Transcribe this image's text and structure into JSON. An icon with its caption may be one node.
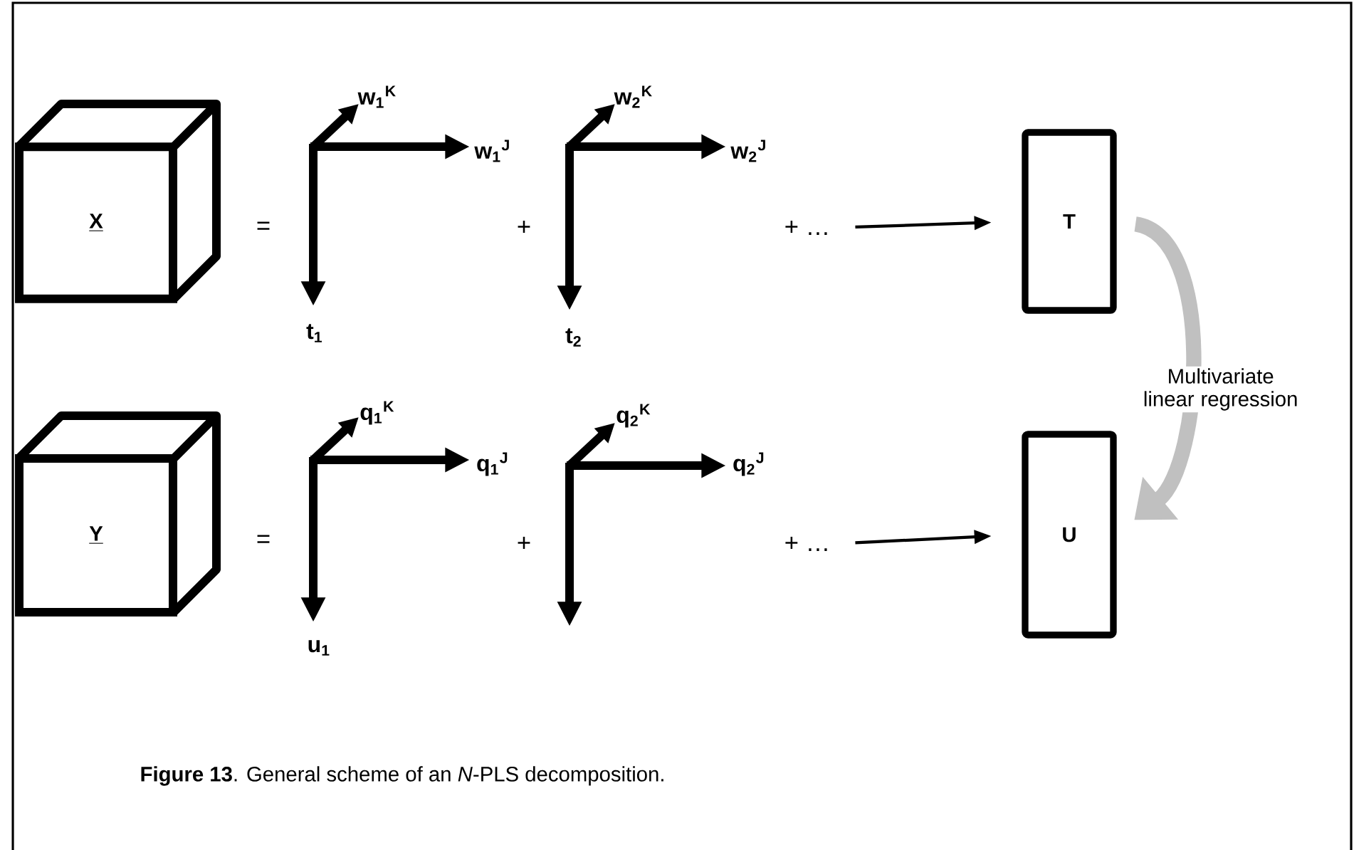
{
  "diagram": {
    "caption": "**Figure 13**. General scheme of an *N*-PLS decomposition.",
    "nodes": [
      {
        "text": [
          "X"
        ]
      },
      {
        "text": [
          "+ …"
        ]
      },
      {
        "text": [
          "T"
        ]
      },
      {
        "text": [
          "Y"
        ]
      },
      {
        "text": [
          "+ …"
        ]
      },
      {
        "text": [
          "U"
        ]
      }
    ],
    "edges": [
      {
        "from": 1,
        "to": 2,
        "arrow": "to"
      },
      {
        "from": 4,
        "to": 5,
        "arrow": "to"
      },
      {
        "from": 2,
        "to": 5,
        "arrow": "to",
        "label": "Multivariate linear regression",
        "style": "thick",
        "color": "#c0c0c0"
      }
    ],
    "labels": [
      "w$_{1}$$^{K}$",
      "w$_{2}$$^{K}$",
      "=",
      "w$_{1}$$^{J}$",
      "+",
      "w$_{2}$$^{J}$",
      "t$_{1}$",
      "t$_{2}$",
      "q$_{1}$$^{K}$",
      "q$_{2}$$^{K}$",
      "=",
      "q$_{1}$$^{J}$",
      "+",
      "q$_{2}$$^{J}$",
      "u$_{1}$"
    ]
  }
}
